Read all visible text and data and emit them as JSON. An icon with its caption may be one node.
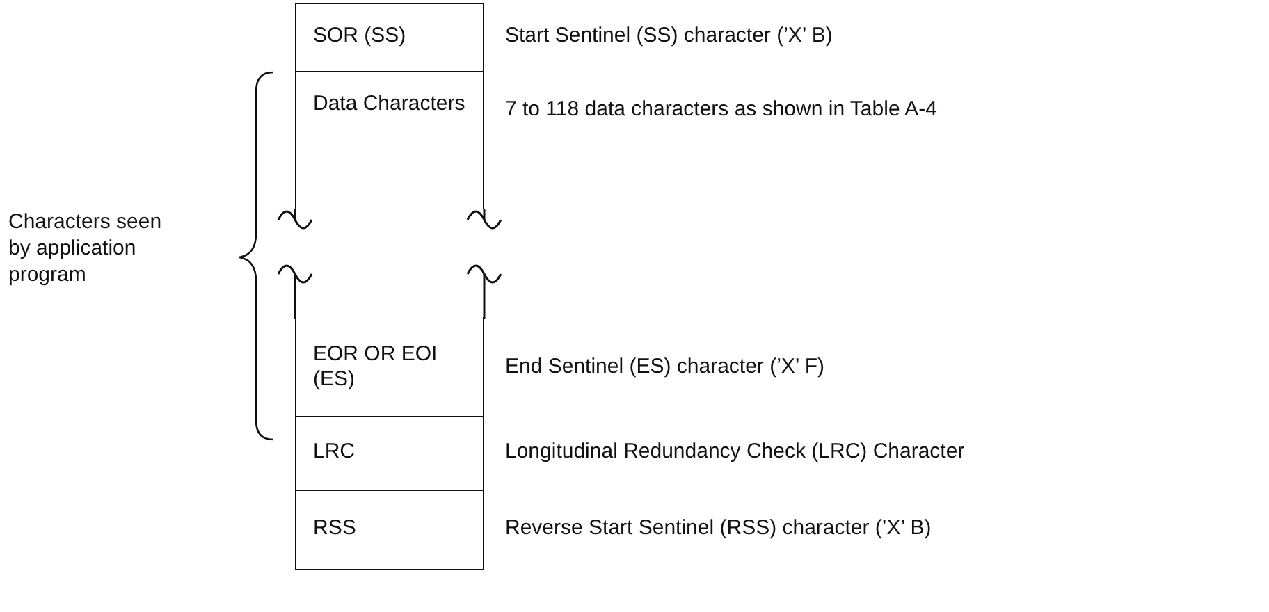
{
  "diagram": {
    "nodes": [
      {
        "text": [
          "SOR (SS)"
        ],
        "beside": [
          "Start Sentinel (SS) character (’X’ B)"
        ]
      },
      {
        "text": [
          "Data Characters"
        ],
        "beside": [
          "7 to 118 data characters as shown in Table A-4"
        ]
      },
      {
        "text": [
          "EOR OR EOI (ES)"
        ],
        "beside": [
          "End Sentinel (ES) character (’X’ F)"
        ]
      },
      {
        "text": [
          "LRC"
        ],
        "beside": [
          "Longitudinal Redundancy Check (LRC) Character"
        ]
      },
      {
        "text": [
          "RSS"
        ],
        "beside": [
          "Reverse Start Sentinel (RSS) character (’X’ B)"
        ]
      }
    ],
    "labels": [
      "Characters seen by application program"
    ]
  }
}
